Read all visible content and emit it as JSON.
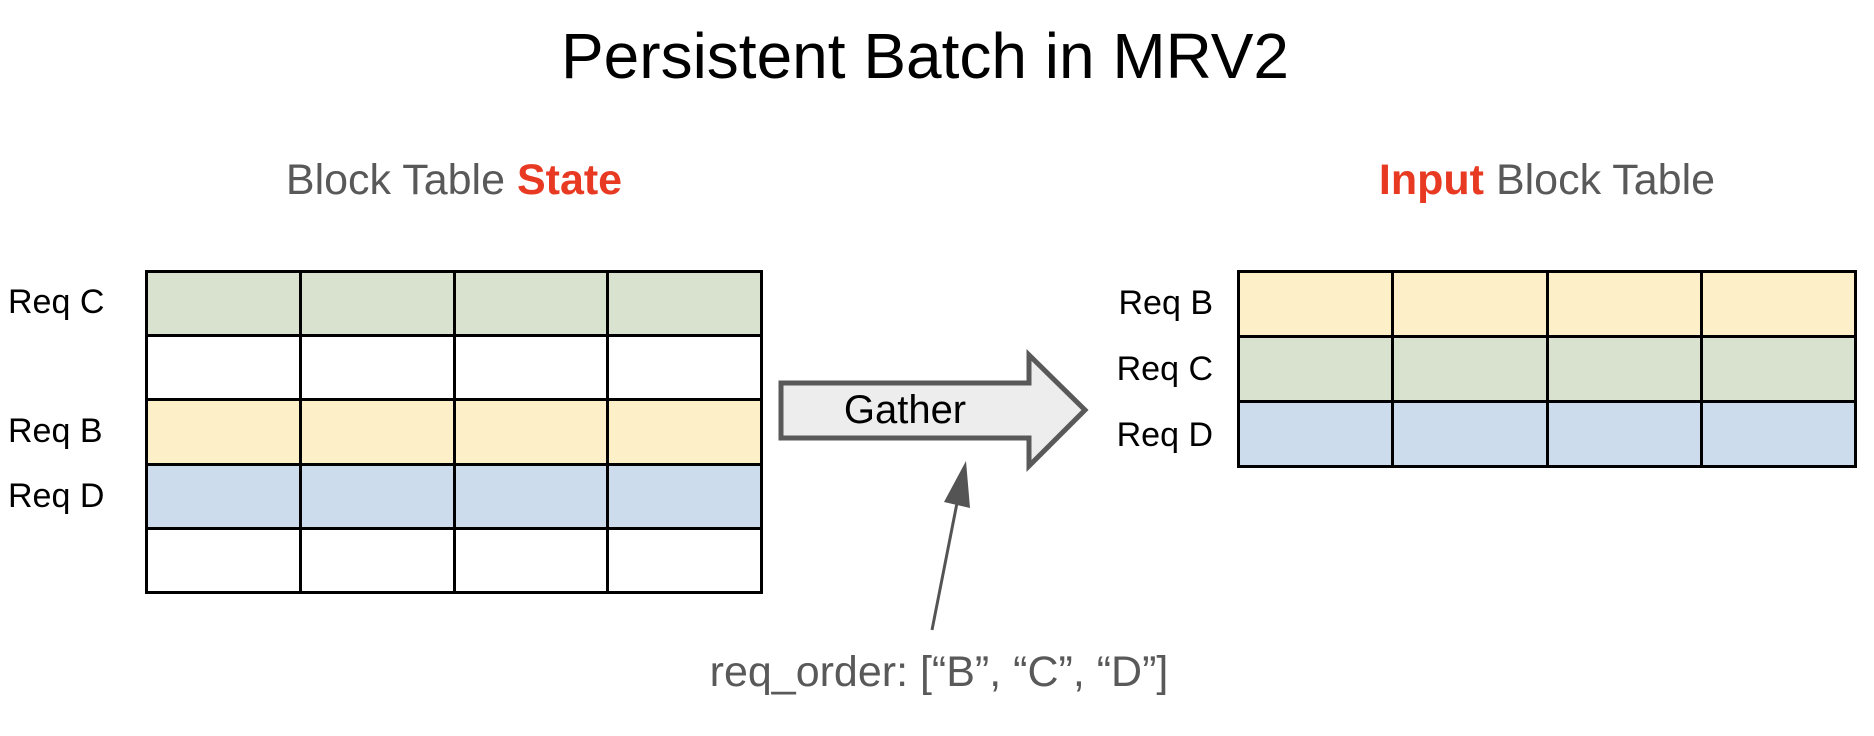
{
  "title": "Persistent Batch in MRV2",
  "left_panel": {
    "heading": {
      "normal": "Block Table ",
      "highlight": "State"
    },
    "columns": 4,
    "rows": [
      {
        "label": "Req C",
        "color": "#d9e2cf"
      },
      {
        "label": "",
        "color": "#ffffff"
      },
      {
        "label": "Req B",
        "color": "#fdf0c9"
      },
      {
        "label": "Req D",
        "color": "#cddcec"
      },
      {
        "label": "",
        "color": "#ffffff"
      }
    ]
  },
  "right_panel": {
    "heading": {
      "highlight": "Input",
      "normal": " Block Table"
    },
    "columns": 4,
    "rows": [
      {
        "label": "Req B",
        "color": "#fdf0c9"
      },
      {
        "label": "Req C",
        "color": "#d9e2cf"
      },
      {
        "label": "Req D",
        "color": "#cddcec"
      }
    ]
  },
  "gather_arrow": {
    "label": "Gather",
    "fill": "#ededed",
    "stroke": "#595959"
  },
  "annotation": {
    "text": "req_order: [“B”, “C”, “D”]"
  },
  "colors": {
    "heading_gray": "#595959",
    "highlight_red": "#e83a23",
    "grid_line": "#000000",
    "annotation_arrow": "#545454"
  }
}
